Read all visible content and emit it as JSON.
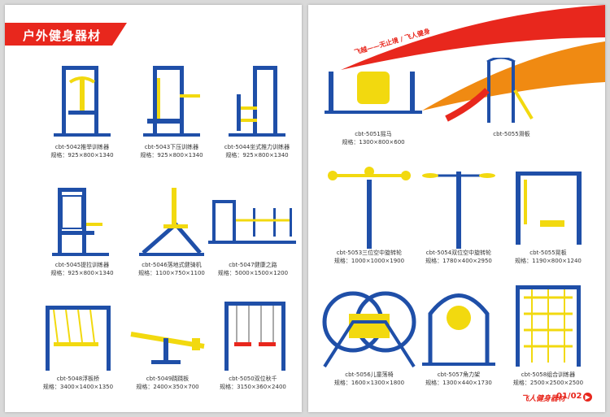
{
  "header": {
    "title": "户外健身器材"
  },
  "slogan": "飞越——无止境 / 飞人健身",
  "footer": {
    "logo_text": "飞人健身器材",
    "page_number": "01/02"
  },
  "colors": {
    "accent": "#e8271d",
    "frame_blue": "#1f4fa8",
    "yellow": "#f2d90f",
    "orange": "#f08a12"
  },
  "left_products": [
    {
      "name": "cbt-5042推举训练器",
      "spec": "规格：925×800×1340",
      "icon": "chest-press-machine"
    },
    {
      "name": "cbt-5043下压训练器",
      "spec": "规格：925×800×1340",
      "icon": "pull-down-machine"
    },
    {
      "name": "cbt-5044坐式推力训练器",
      "spec": "规格：925×800×1340",
      "icon": "seated-push-machine"
    },
    {
      "name": "cbt-5045提拉训练器",
      "spec": "规格：925×800×1340",
      "icon": "pull-machine"
    },
    {
      "name": "cbt-5046落地式健骑机",
      "spec": "规格：1100×750×1100",
      "icon": "riding-machine"
    },
    {
      "name": "cbt-5047健康之路",
      "spec": "规格：5000×1500×1200",
      "icon": "health-walk"
    },
    {
      "name": "cbt-5048浮板桥",
      "spec": "规格：3400×1400×1350",
      "icon": "floating-bridge"
    },
    {
      "name": "cbt-5049跷跷板",
      "spec": "规格：2400×350×700",
      "icon": "seesaw"
    },
    {
      "name": "cbt-5050双位秋千",
      "spec": "规格：3150×360×2400",
      "icon": "double-swing"
    }
  ],
  "right_products": [
    {
      "name": "cbt-5051摇马",
      "spec": "规格：1300×800×600",
      "icon": "rocking-horse"
    },
    {
      "name": "cbt-5055滑板",
      "spec": "",
      "icon": "slide"
    },
    {
      "name": "cbt-5053三位空中旋转轮",
      "spec": "规格：1000×1000×1900",
      "icon": "triple-rotating-wheel"
    },
    {
      "name": "cbt-5054双位空中旋转轮",
      "spec": "规格：1780×400×2950",
      "icon": "double-rotating-wheel"
    },
    {
      "name": "cbt-5055晃板",
      "spec": "规格：1190×800×1240",
      "icon": "swing-board"
    },
    {
      "name": "cbt-5056儿童荡椅",
      "spec": "规格：1600×1300×1800",
      "icon": "children-swing-chair"
    },
    {
      "name": "cbt-5057角力架",
      "spec": "规格：1300×440×1730",
      "icon": "wrestling-frame"
    },
    {
      "name": "cbt-5058组合训练器",
      "spec": "规格：2500×2500×2500",
      "icon": "combined-trainer"
    }
  ]
}
